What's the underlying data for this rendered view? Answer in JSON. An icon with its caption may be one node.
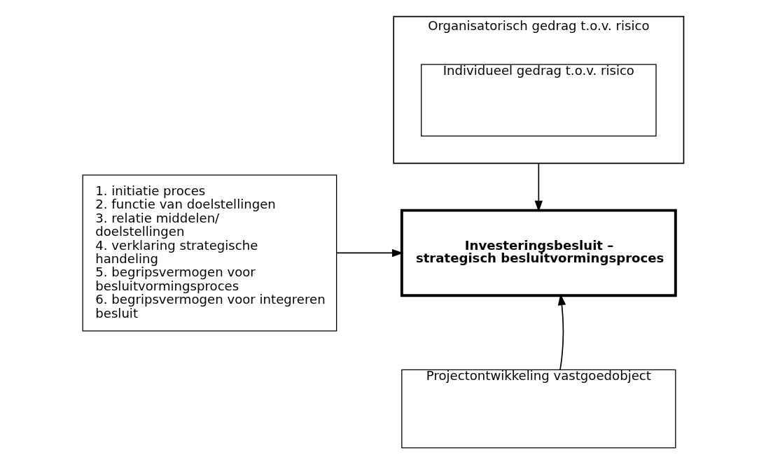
{
  "diagram": {
    "nodes": [
      {
        "text": [
          "Organisatorisch gedrag t.o.v. risico"
        ]
      },
      {
        "text": [
          "Individueel gedrag t.o.v. risico"
        ],
        "in": 0
      },
      {
        "text": [
          "Investeringsbesluit – strategisch besluitvormingsproces"
        ]
      },
      {
        "text": [
          "1. initiatie proces",
          "2. functie van doelstellingen",
          "3. relatie middelen/ doelstellingen",
          "4. verklaring strategische handeling",
          "5. begripsvermogen voor besluitvormingsproces",
          "6. begripsvermogen voor integreren besluit"
        ]
      },
      {
        "text": [
          "Projectontwikkeling vastgoedobject"
        ]
      }
    ],
    "edges": [
      {
        "from": 0,
        "to": 2,
        "arrow": "to"
      },
      {
        "from": 3,
        "to": 2,
        "arrow": "to"
      },
      {
        "from": 4,
        "to": 2,
        "arrow": "to"
      }
    ]
  }
}
